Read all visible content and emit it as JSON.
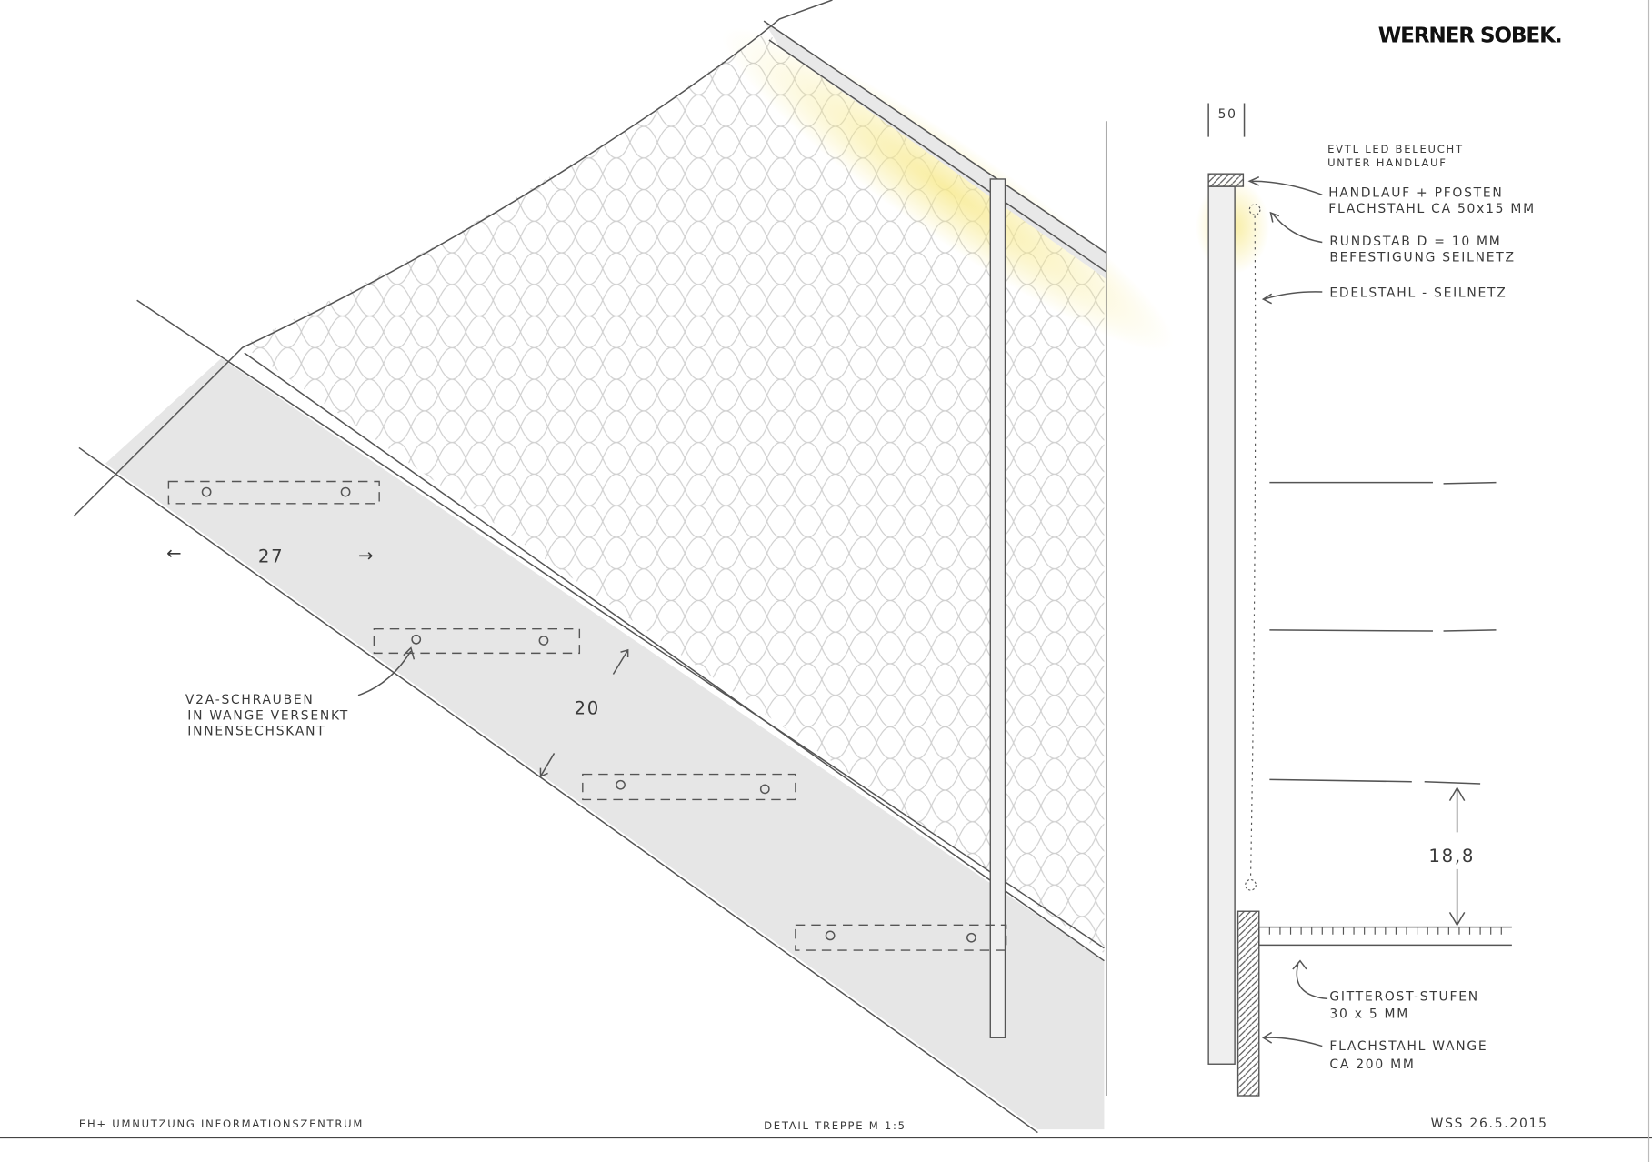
{
  "signature": "WERNER SOBEK.",
  "elevation": {
    "dim_tread": "27",
    "dim_riser": "20",
    "screw_note": [
      "V2A-SCHRAUBEN",
      "IN WANGE VERSENKT",
      "INNENSECHSKANT"
    ]
  },
  "section": {
    "dim_width": "50",
    "dim_step_height": "18,8",
    "led_note": [
      "EVTL LED BELEUCHT",
      "UNTER HANDLAUF"
    ],
    "handrail_note": [
      "HANDLAUF + PFOSTEN",
      "FLACHSTAHL CA 50x15 MM"
    ],
    "rod_note": [
      "RUNDSTAB  D = 10 MM",
      "BEFESTIGUNG SEILNETZ"
    ],
    "net_note": "EDELSTAHL - SEILNETZ",
    "grating_note": [
      "GITTEROST-STUFEN",
      "30 x 5 MM"
    ],
    "stringer_note": [
      "FLACHSTAHL WANGE",
      "CA 200 MM"
    ]
  },
  "title_block": {
    "project": "EH+   UMNUTZUNG  INFORMATIONSZENTRUM",
    "drawing": "DETAIL TREPPE   M 1:5",
    "author_date": "WSS   26.5.2015"
  },
  "colors": {
    "stringer_fill": "#e6e6e6",
    "led_glow": "#f7e98a",
    "line": "#555555"
  }
}
